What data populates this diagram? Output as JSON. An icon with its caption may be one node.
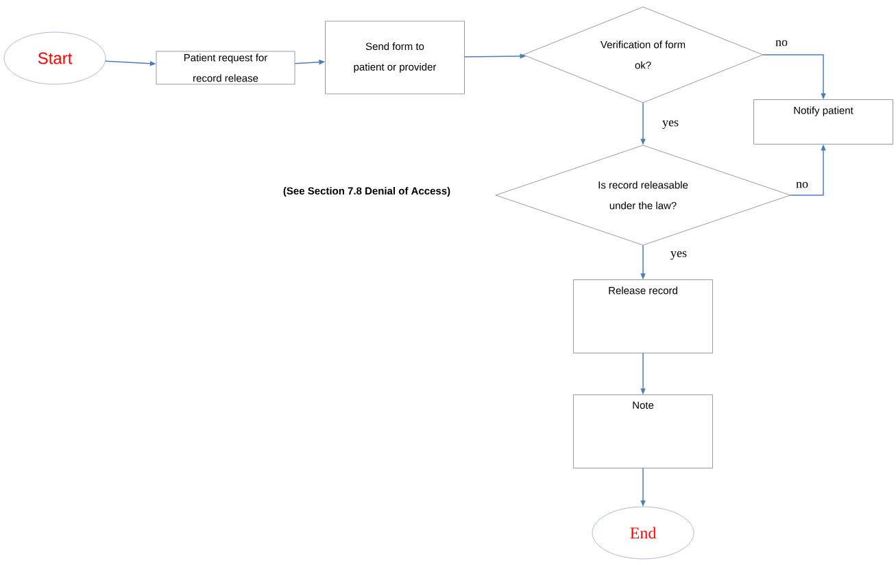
{
  "diagram": {
    "nodes": [
      {
        "text": [
          "Start"
        ]
      },
      {
        "text": [
          "Patient request for record release"
        ]
      },
      {
        "text": [
          "Send form to patient or provider"
        ]
      },
      {
        "text": [
          "Verification of form ok?"
        ]
      },
      {
        "text": [
          "Notify patient"
        ]
      },
      {
        "text": [
          "Is record releasable under the law?"
        ]
      },
      {
        "text": [
          "Release record"
        ]
      },
      {
        "text": [
          "Note"
        ]
      },
      {
        "text": [
          "End"
        ]
      }
    ],
    "edges": [
      {
        "from": 0,
        "to": 1,
        "arrow": "to"
      },
      {
        "from": 1,
        "to": 2,
        "arrow": "to"
      },
      {
        "from": 2,
        "to": 3,
        "arrow": "to"
      },
      {
        "from": 3,
        "to": 4,
        "arrow": "to",
        "label": "no"
      },
      {
        "from": 3,
        "to": 5,
        "arrow": "to",
        "label": "yes"
      },
      {
        "from": 5,
        "to": 4,
        "arrow": "to",
        "label": "no"
      },
      {
        "from": 5,
        "to": 6,
        "arrow": "to",
        "label": "yes"
      },
      {
        "from": 6,
        "to": 7,
        "arrow": "to"
      },
      {
        "from": 7,
        "to": 8,
        "arrow": "to"
      }
    ],
    "labels": [
      "**(See Section 7.8 Denial of Access)**"
    ]
  }
}
